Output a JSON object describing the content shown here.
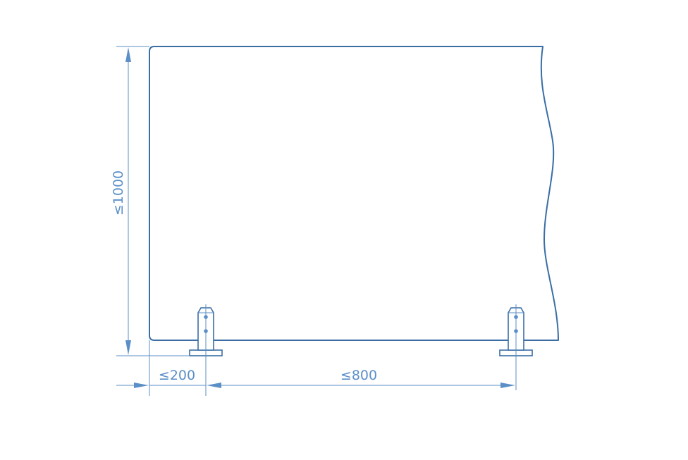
{
  "diagram": {
    "dimensions": {
      "height": "≤1000",
      "edge_offset": "≤200",
      "post_spacing": "≤800"
    }
  }
}
